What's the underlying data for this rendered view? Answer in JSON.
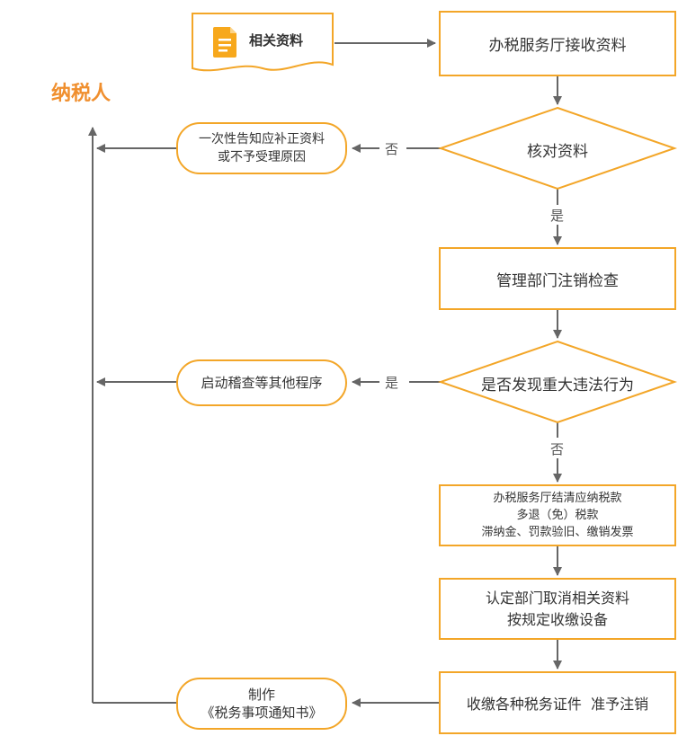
{
  "taxpayer": "纳税人",
  "source_doc": {
    "label": "相关资料",
    "icon": "document-icon"
  },
  "nodes": {
    "receive": "办税服务厅接收资料",
    "check": "核对资料",
    "reject": {
      "line1": "一次性告知应补正资料",
      "line2": "或不予受理原因"
    },
    "inspect": "管理部门注销检查",
    "violation": "是否发现重大违法行为",
    "audit": "启动稽查等其他程序",
    "settle": {
      "line1": "办税服务厅结清应纳税款",
      "line2": "多退（免）税款",
      "line3": "滞纳金、罚款验旧、缴销发票"
    },
    "cancel": {
      "line1": "认定部门取消相关资料",
      "line2": "按规定收缴设备"
    },
    "collect": "收缴各种税务证件  准予注销",
    "notice": {
      "line1": "制作",
      "line2": "《税务事项通知书》"
    }
  },
  "labels": {
    "no1": "否",
    "yes1": "是",
    "yes2": "是",
    "no2": "否"
  },
  "colors": {
    "accent": "#f3a628",
    "title": "#f08f2e",
    "line": "#666666"
  }
}
